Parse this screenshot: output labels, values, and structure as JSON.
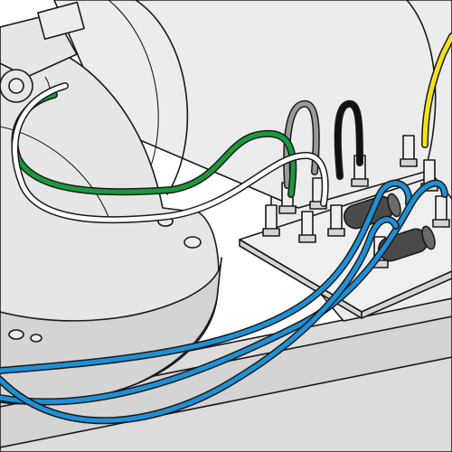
{
  "figure": {
    "type": "technical-illustration",
    "subject": "motor-capacitor-wiring",
    "labels": []
  },
  "colors": {
    "background": "#ffffff",
    "housing_fill": "#e6e6e6",
    "housing_shadow": "#d4d4d4",
    "cylinder_fill": "#ececec",
    "rail_fill": "#dcdcdc",
    "board_fill": "#efefef",
    "outline": "#1a1a1a",
    "wire_green": "#1a9a3c",
    "wire_white": "#ffffff",
    "wire_gray": "#9a9a9a",
    "wire_black": "#111111",
    "wire_yellow": "#f2e21b",
    "wire_blue": "#1e90d6",
    "capacitor_fill": "#4a4a4a"
  },
  "wires": [
    {
      "id": "green",
      "color_key": "wire_green"
    },
    {
      "id": "white",
      "color_key": "wire_white"
    },
    {
      "id": "gray",
      "color_key": "wire_gray"
    },
    {
      "id": "black",
      "color_key": "wire_black"
    },
    {
      "id": "yellow",
      "color_key": "wire_yellow"
    },
    {
      "id": "blue-1",
      "color_key": "wire_blue"
    },
    {
      "id": "blue-2",
      "color_key": "wire_blue"
    },
    {
      "id": "blue-3",
      "color_key": "wire_blue"
    }
  ],
  "components": {
    "capacitor_count": 2,
    "terminal_count": 10
  }
}
